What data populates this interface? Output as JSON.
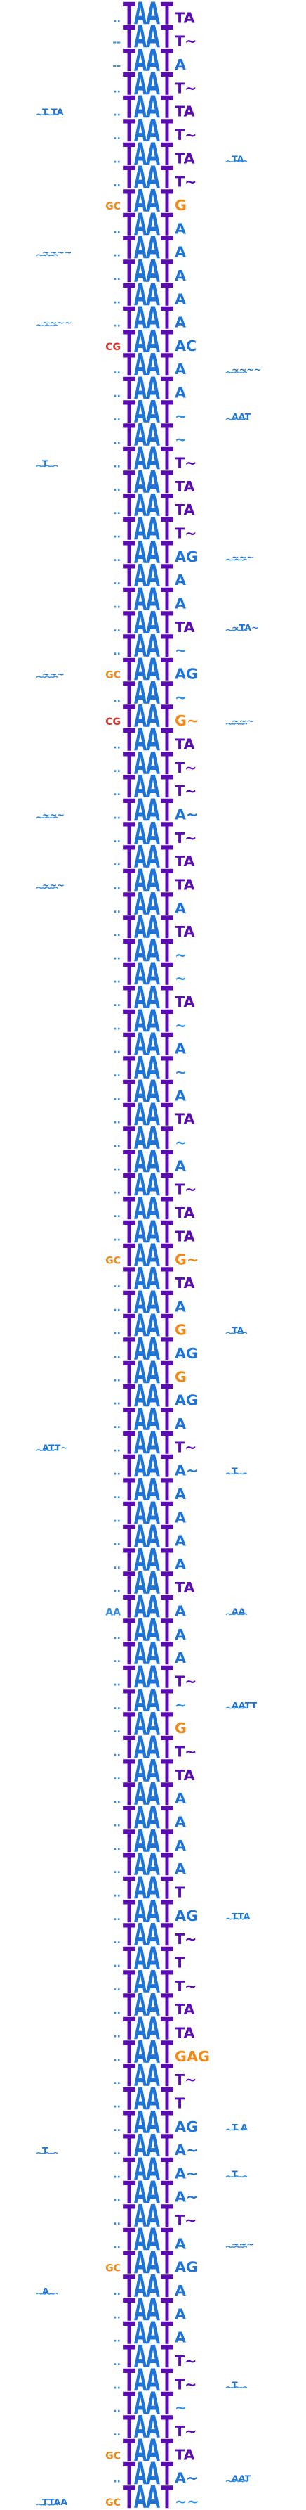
{
  "colors": {
    "A": "#1e74d6",
    "C": "#2f8fe6",
    "G": "#f08a17",
    "T": "#5b0bb2",
    "red": "#e0322a",
    "background": "#ffffff"
  },
  "core_motif": [
    "T",
    "A",
    "A",
    "T"
  ],
  "motifs": [
    {
      "pre": "..",
      "post": "TA",
      "side": ""
    },
    {
      "pre": "--",
      "post": "T~",
      "side": ""
    },
    {
      "pre": "--",
      "post": "A",
      "side": ""
    },
    {
      "pre": "..",
      "post": "T~",
      "side": ""
    },
    {
      "pre": "..",
      "post": "TA",
      "side": "T TA"
    },
    {
      "pre": "..",
      "post": "T~",
      "side": ""
    },
    {
      "pre": "..",
      "post": "TA",
      "side": "TA"
    },
    {
      "pre": "..",
      "post": "T~",
      "side": ""
    },
    {
      "pre": "GC",
      "post": "G",
      "side": ""
    },
    {
      "pre": "..",
      "post": "A",
      "side": ""
    },
    {
      "pre": "..",
      "post": "A",
      "side": "~~~~"
    },
    {
      "pre": "..",
      "post": "A",
      "side": ""
    },
    {
      "pre": "..",
      "post": "A",
      "side": ""
    },
    {
      "pre": "..",
      "post": "A",
      "side": "~~~~"
    },
    {
      "pre": "CG",
      "post": "AC",
      "side": ""
    },
    {
      "pre": "..",
      "post": "A",
      "side": "~~~~"
    },
    {
      "pre": "..",
      "post": "A",
      "side": ""
    },
    {
      "pre": "..",
      "post": "~",
      "side": "AAT"
    },
    {
      "pre": "..",
      "post": "~",
      "side": ""
    },
    {
      "pre": "..",
      "post": "T~",
      "side": "T"
    },
    {
      "pre": "..",
      "post": "TA",
      "side": ""
    },
    {
      "pre": "..",
      "post": "TA",
      "side": ""
    },
    {
      "pre": "..",
      "post": "T~",
      "side": ""
    },
    {
      "pre": "..",
      "post": "AG",
      "side": "~~~"
    },
    {
      "pre": "..",
      "post": "A",
      "side": ""
    },
    {
      "pre": "..",
      "post": "A",
      "side": ""
    },
    {
      "pre": "..",
      "post": "TA",
      "side": "~TA~"
    },
    {
      "pre": "..",
      "post": "~",
      "side": ""
    },
    {
      "pre": "GC",
      "post": "AG",
      "side": "~~~"
    },
    {
      "pre": "..",
      "post": "~",
      "side": ""
    },
    {
      "pre": "CG",
      "post": "G~",
      "side": "~~~"
    },
    {
      "pre": "..",
      "post": "TA",
      "side": ""
    },
    {
      "pre": "..",
      "post": "T~",
      "side": ""
    },
    {
      "pre": "..",
      "post": "T~",
      "side": ""
    },
    {
      "pre": "..",
      "post": "A~",
      "side": "~~~"
    },
    {
      "pre": "..",
      "post": "T~",
      "side": ""
    },
    {
      "pre": "..",
      "post": "TA",
      "side": ""
    },
    {
      "pre": "..",
      "post": "TA",
      "side": "~~~"
    },
    {
      "pre": "..",
      "post": "A",
      "side": ""
    },
    {
      "pre": "..",
      "post": "TA",
      "side": ""
    },
    {
      "pre": "..",
      "post": "~",
      "side": ""
    },
    {
      "pre": "..",
      "post": "~",
      "side": ""
    },
    {
      "pre": "..",
      "post": "TA",
      "side": ""
    },
    {
      "pre": "..",
      "post": "~",
      "side": ""
    },
    {
      "pre": "..",
      "post": "A",
      "side": ""
    },
    {
      "pre": "..",
      "post": "~",
      "side": ""
    },
    {
      "pre": "..",
      "post": "A",
      "side": ""
    },
    {
      "pre": "..",
      "post": "TA",
      "side": ""
    },
    {
      "pre": "..",
      "post": "~",
      "side": ""
    },
    {
      "pre": "..",
      "post": "A",
      "side": ""
    },
    {
      "pre": "..",
      "post": "T~",
      "side": ""
    },
    {
      "pre": "..",
      "post": "TA",
      "side": ""
    },
    {
      "pre": "..",
      "post": "TA",
      "side": ""
    },
    {
      "pre": "GC",
      "post": "G~",
      "side": ""
    },
    {
      "pre": "..",
      "post": "TA",
      "side": ""
    },
    {
      "pre": "..",
      "post": "A",
      "side": ""
    },
    {
      "pre": "..",
      "post": "G",
      "side": "TA"
    },
    {
      "pre": "..",
      "post": "AG",
      "side": ""
    },
    {
      "pre": "..",
      "post": "G",
      "side": ""
    },
    {
      "pre": "..",
      "post": "AG",
      "side": ""
    },
    {
      "pre": "..",
      "post": "A",
      "side": ""
    },
    {
      "pre": "..",
      "post": "T~",
      "side": "ATT~"
    },
    {
      "pre": "..",
      "post": "A~",
      "side": "T"
    },
    {
      "pre": "..",
      "post": "A",
      "side": ""
    },
    {
      "pre": "..",
      "post": "A",
      "side": ""
    },
    {
      "pre": "..",
      "post": "A",
      "side": ""
    },
    {
      "pre": "..",
      "post": "A",
      "side": ""
    },
    {
      "pre": "..",
      "post": "TA",
      "side": ""
    },
    {
      "pre": "AA",
      "post": "A",
      "side": "AA"
    },
    {
      "pre": "..",
      "post": "A",
      "side": ""
    },
    {
      "pre": "..",
      "post": "A",
      "side": ""
    },
    {
      "pre": "..",
      "post": "T~",
      "side": ""
    },
    {
      "pre": "..",
      "post": "~",
      "side": "AATT"
    },
    {
      "pre": "..",
      "post": "G",
      "side": ""
    },
    {
      "pre": "..",
      "post": "T~",
      "side": ""
    },
    {
      "pre": "..",
      "post": "TA",
      "side": ""
    },
    {
      "pre": "..",
      "post": "A",
      "side": ""
    },
    {
      "pre": "..",
      "post": "A",
      "side": ""
    },
    {
      "pre": "..",
      "post": "A",
      "side": ""
    },
    {
      "pre": "..",
      "post": "A",
      "side": ""
    },
    {
      "pre": "..",
      "post": "T",
      "side": ""
    },
    {
      "pre": "..",
      "post": "AG",
      "side": "TTA"
    },
    {
      "pre": "..",
      "post": "T~",
      "side": ""
    },
    {
      "pre": "..",
      "post": "T",
      "side": ""
    },
    {
      "pre": "..",
      "post": "T~",
      "side": ""
    },
    {
      "pre": "..",
      "post": "TA",
      "side": ""
    },
    {
      "pre": "..",
      "post": "TA",
      "side": ""
    },
    {
      "pre": "..",
      "post": "GAG",
      "side": ""
    },
    {
      "pre": "..",
      "post": "T~",
      "side": ""
    },
    {
      "pre": "..",
      "post": "T",
      "side": ""
    },
    {
      "pre": "..",
      "post": "AG",
      "side": "T A"
    },
    {
      "pre": "..",
      "post": "A~",
      "side": "T"
    },
    {
      "pre": "..",
      "post": "A~",
      "side": "T"
    },
    {
      "pre": "..",
      "post": "A~",
      "side": ""
    },
    {
      "pre": "..",
      "post": "T~",
      "side": ""
    },
    {
      "pre": "..",
      "post": "A",
      "side": "~~~"
    },
    {
      "pre": "GC",
      "post": "AG",
      "side": ""
    },
    {
      "pre": "..",
      "post": "A",
      "side": "A"
    },
    {
      "pre": "..",
      "post": "A",
      "side": ""
    },
    {
      "pre": "..",
      "post": "A",
      "side": ""
    },
    {
      "pre": "..",
      "post": "T~",
      "side": ""
    },
    {
      "pre": "..",
      "post": "T~",
      "side": "T"
    },
    {
      "pre": "..",
      "post": "~",
      "side": ""
    },
    {
      "pre": "..",
      "post": "T~",
      "side": ""
    },
    {
      "pre": "GC",
      "post": "TA",
      "side": ""
    },
    {
      "pre": "..",
      "post": "A~",
      "side": "AAT"
    },
    {
      "pre": "GC",
      "post": "~~",
      "side": "TTAA"
    }
  ]
}
